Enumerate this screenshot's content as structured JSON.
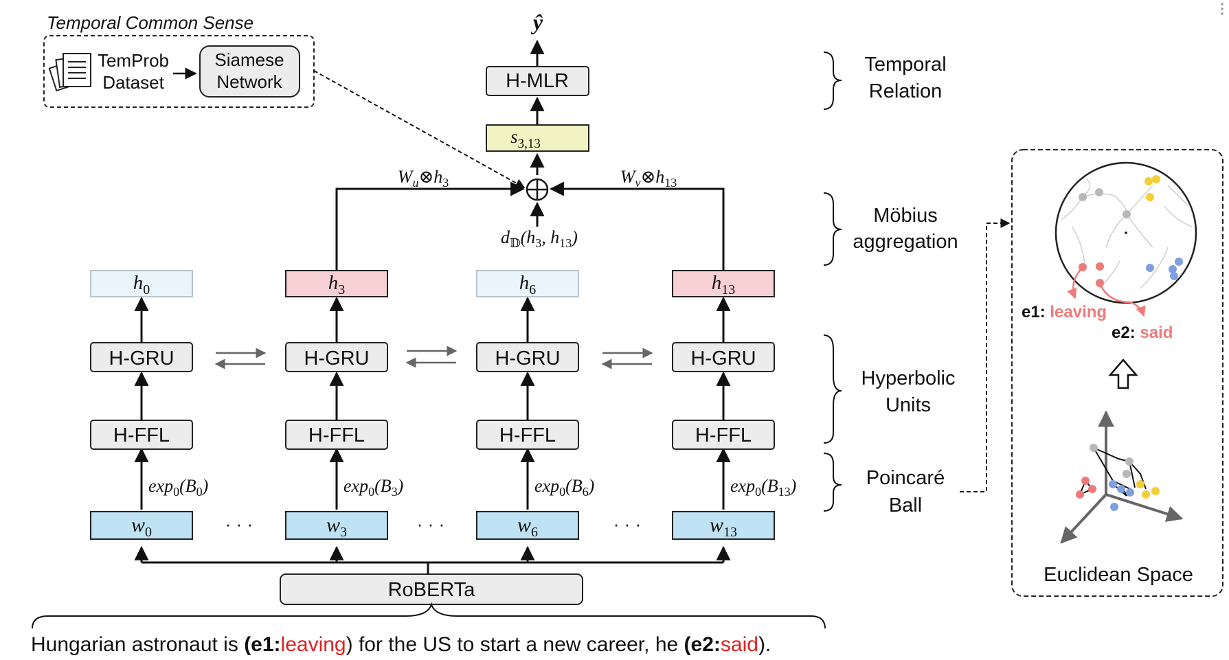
{
  "common_sense": {
    "title": "Temporal Common Sense",
    "dataset_l1": "TemProb",
    "dataset_l2": "Dataset",
    "siamese_l1": "Siamese",
    "siamese_l2": "Network"
  },
  "output": {
    "y_hat": "ŷ",
    "mlr": "H-MLR",
    "s_var": "s",
    "s_sub": "3,13"
  },
  "aggregation": {
    "left_W": "W",
    "left_Wsub": "u",
    "left_rest": "⊗h",
    "left_hsub": "3",
    "right_W": "W",
    "right_Wsub": "v",
    "right_rest": "⊗h",
    "right_hsub": "13",
    "dist_d": "d",
    "dist_D": "𝔻",
    "dist_open": "(h",
    "dist_s1": "3",
    "dist_mid": ", h",
    "dist_s2": "13",
    "dist_close": ")"
  },
  "hidden": [
    {
      "v": "h",
      "s": "0"
    },
    {
      "v": "h",
      "s": "3"
    },
    {
      "v": "h",
      "s": "6"
    },
    {
      "v": "h",
      "s": "13"
    }
  ],
  "gru_label": "H-GRU",
  "ffl_label": "H-FFL",
  "exp": [
    {
      "pre": "exp",
      "sub": "0",
      "open": "(B",
      "arg": "0",
      "close": ")"
    },
    {
      "pre": "exp",
      "sub": "0",
      "open": "(B",
      "arg": "3",
      "close": ")"
    },
    {
      "pre": "exp",
      "sub": "0",
      "open": "(B",
      "arg": "6",
      "close": ")"
    },
    {
      "pre": "exp",
      "sub": "0",
      "open": "(B",
      "arg": "13",
      "close": ")"
    }
  ],
  "words": [
    {
      "v": "w",
      "s": "0"
    },
    {
      "v": "w",
      "s": "3"
    },
    {
      "v": "w",
      "s": "6"
    },
    {
      "v": "w",
      "s": "13"
    }
  ],
  "ellipsis": "· · ·",
  "encoder": "RoBERTa",
  "sentence": {
    "p1": "Hungarian astronaut is ",
    "e1_open": "(e1:",
    "e1_word": "leaving",
    "p2": ") for the US to start a new career, he ",
    "e2_open": "(e2:",
    "e2_word": "said",
    "p3": ")."
  },
  "side_labels": {
    "temporal_l1": "Temporal",
    "temporal_l2": "Relation",
    "mobius_l1": "Möbius",
    "mobius_l2": "aggregation",
    "hyper_l1": "Hyperbolic",
    "hyper_l2": "Units",
    "poinc_l1": "Poincaré",
    "poinc_l2": "Ball"
  },
  "space_panel": {
    "e1_key": "e1:",
    "e1_val": "leaving",
    "e2_key": "e2:",
    "e2_val": "said",
    "euclid": "Euclidean Space"
  },
  "colors": {
    "hidden_pink": "#f6d0d2",
    "hidden_faded": "#eaf4fb",
    "word_blue": "#bfe3f4",
    "s_yellow": "#f2f3c2",
    "box_gray": "#ececec",
    "event_red": "#e02020",
    "panel_red": "#ef7a7a",
    "dot_yellow": "#f2cf3a",
    "dot_blue": "#7f9fe0"
  }
}
